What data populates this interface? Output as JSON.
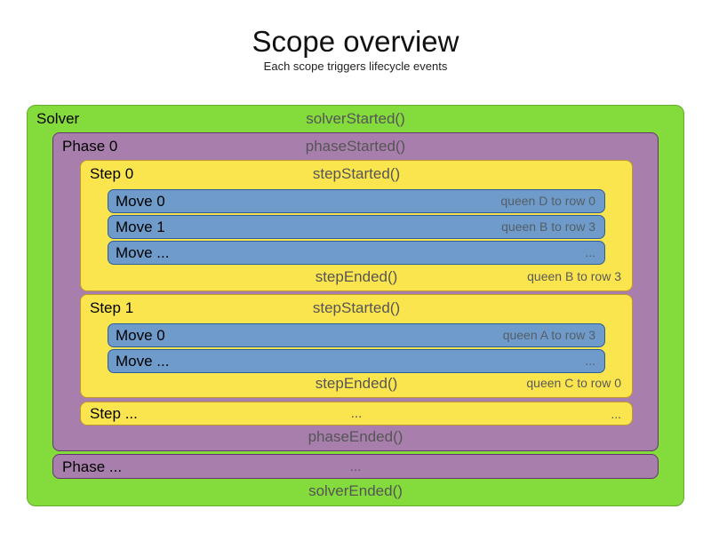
{
  "title": "Scope overview",
  "subtitle": "Each scope triggers lifecycle events",
  "colors": {
    "solver_fill": "#84db3c",
    "solver_border": "#64ad28",
    "phase_fill": "#a87fac",
    "phase_border": "#63356a",
    "step_fill": "#fbe54f",
    "step_border": "#c1992a",
    "move_fill": "#6f9bcb",
    "move_border": "#2f5d99",
    "event_text": "#555555",
    "annotation_text": "#5a5a5a"
  },
  "solver": {
    "label": "Solver",
    "started": "solverStarted()",
    "ended": "solverEnded()",
    "phases": [
      {
        "label": "Phase 0",
        "started": "phaseStarted()",
        "ended": "phaseEnded()",
        "steps": [
          {
            "label": "Step 0",
            "started": "stepStarted()",
            "ended": "stepEnded()",
            "ended_note": "queen B to row 3",
            "moves": [
              {
                "label": "Move 0",
                "note": "queen D to row 0"
              },
              {
                "label": "Move 1",
                "note": "queen B to row 3"
              },
              {
                "label": "Move ...",
                "note": "..."
              }
            ]
          },
          {
            "label": "Step 1",
            "started": "stepStarted()",
            "ended": "stepEnded()",
            "ended_note": "queen C to row 0",
            "moves": [
              {
                "label": "Move 0",
                "note": "queen A to row 3"
              },
              {
                "label": "Move ...",
                "note": "..."
              }
            ]
          },
          {
            "label": "Step ...",
            "center": "...",
            "right": "..."
          }
        ]
      },
      {
        "label": "Phase ...",
        "center": "..."
      }
    ]
  }
}
